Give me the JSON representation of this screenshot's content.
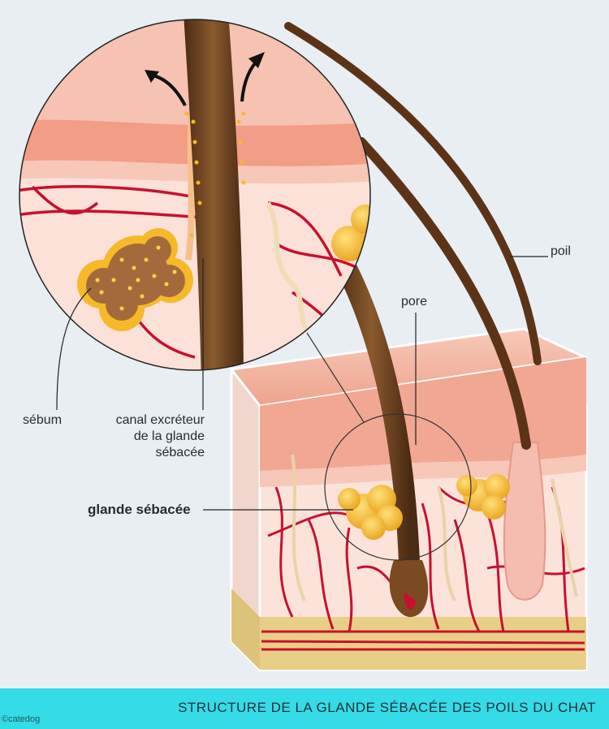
{
  "labels": {
    "poil": "poil",
    "pore": "pore",
    "sebum": "sébum",
    "canal_line1": "canal excréteur",
    "canal_line2": "de la glande",
    "canal_line3": "sébacée",
    "glande": "glande sébacée"
  },
  "footer": {
    "title": "STRUCTURE DE LA GLANDE SÉBACÉE DES POILS DU CHAT",
    "credit": "©catedog"
  },
  "colors": {
    "background": "#e9eef2",
    "skin": "#f3b7a6",
    "skin_light": "#fbe1d8",
    "vessel": "#c8102e",
    "gland": "#f5b92a",
    "hair": "#6b3f1e",
    "fat": "#e8cf87",
    "footer": "#35dbe6"
  }
}
